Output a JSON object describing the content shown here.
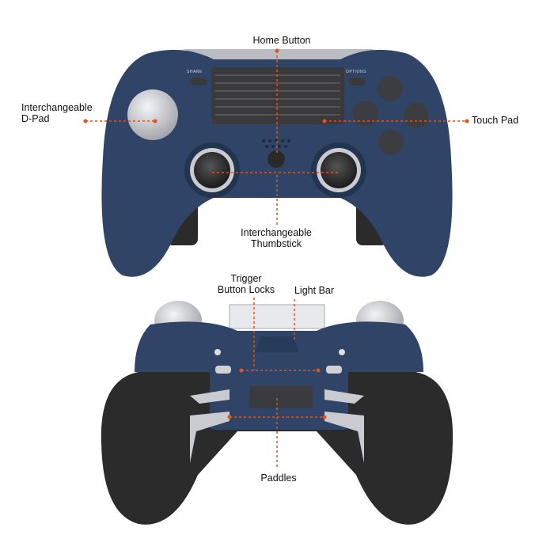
{
  "callouts": {
    "home_button": "Home Button",
    "dpad_line1": "Interchangeable",
    "dpad_line2": "D-Pad",
    "touch_pad": "Touch Pad",
    "thumbstick_line1": "Interchangeable",
    "thumbstick_line2": "Thumbstick",
    "trigger_line1": "Trigger",
    "trigger_line2": "Button Locks",
    "light_bar": "Light Bar",
    "paddles": "Paddles"
  },
  "controller_text": {
    "share": "SHARE",
    "options": "OPTIONS"
  },
  "colors": {
    "body": "#2f4467",
    "grip": "#2b2b2b",
    "callout_line": "#e0541c",
    "silver": "#c9cbd0"
  }
}
